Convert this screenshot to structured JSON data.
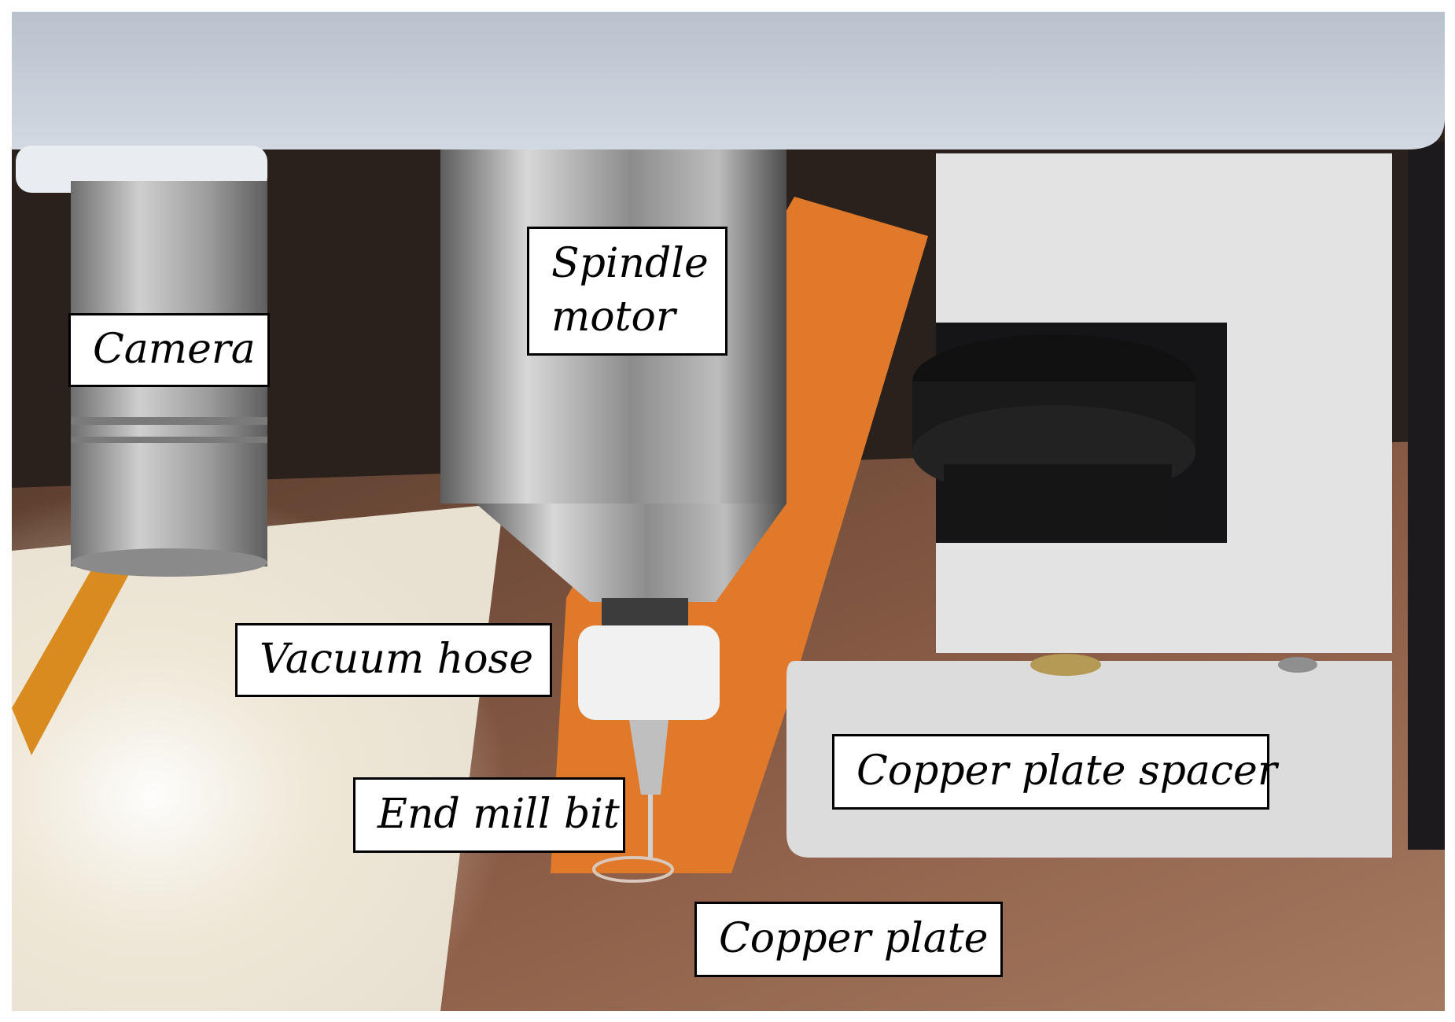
{
  "figure": {
    "description_labels": {
      "camera": "Camera",
      "spindle_motor": "Spindle motor",
      "vacuum_hose": "Vacuum hose",
      "end_mill_bit": "End mill bit",
      "copper_plate_spacer": "Copper plate spacer",
      "copper_plate": "Copper plate"
    }
  },
  "colors": {
    "frame_top": "#c9d0db",
    "copper": "#9a6a4f",
    "orange_tape": "#e07a2a",
    "metal": "#a9a9a9",
    "spacer_white": "#e4e4e4",
    "dark_knob": "#1c1c1c"
  }
}
